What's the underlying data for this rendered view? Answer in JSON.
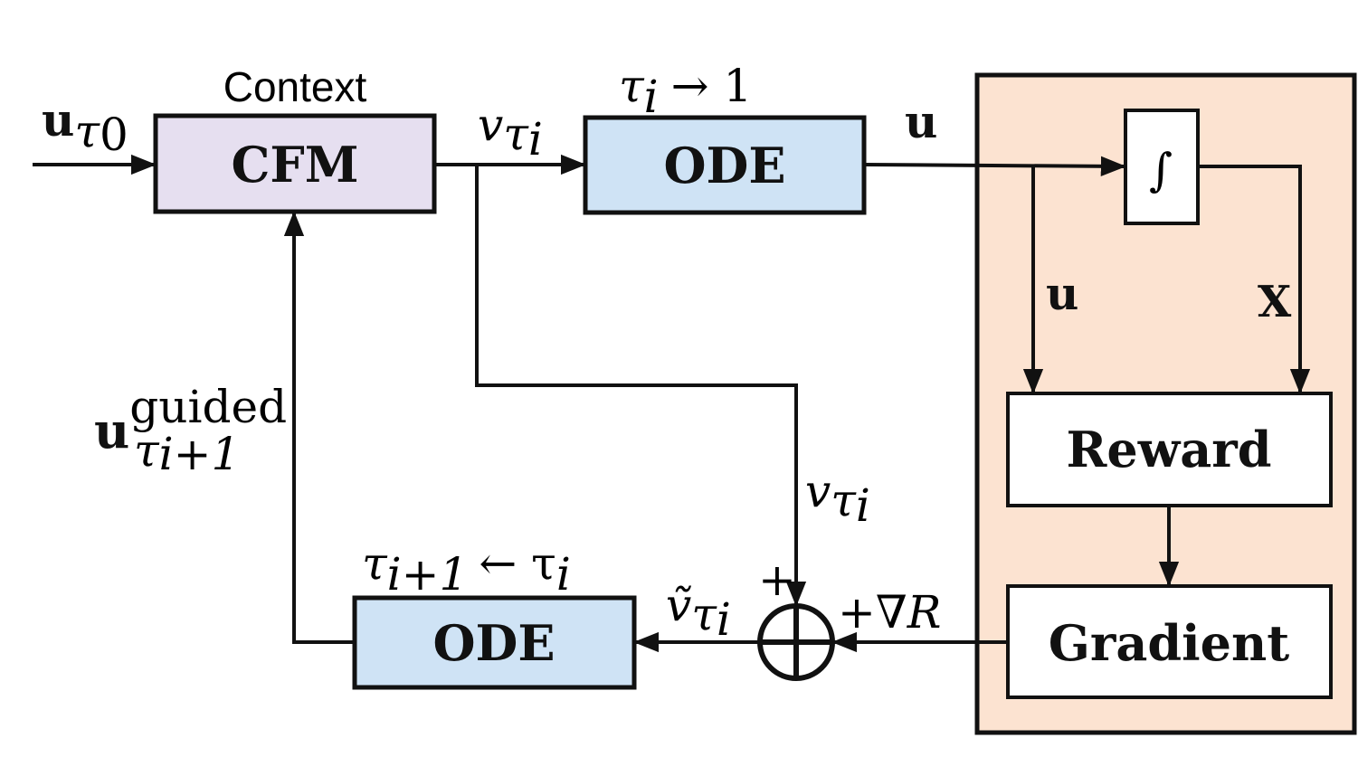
{
  "colors": {
    "cfm_fill": "#e6dff0",
    "ode_fill": "#cfe3f5",
    "panel_fill": "#fce3d1",
    "stroke": "#111111"
  },
  "input": {
    "label": "u",
    "subscript": "τ",
    "sub2": "0"
  },
  "context_label": "Context",
  "cfm": {
    "label": "CFM"
  },
  "v_top": {
    "label": "v",
    "subscript": "τ",
    "sub2": "i"
  },
  "ode_top": {
    "label": "ODE",
    "caption_main": "τ",
    "caption_sub": "i",
    "caption_rest": "→ 1"
  },
  "u_out": {
    "label": "u"
  },
  "integrator": {
    "label": "∫"
  },
  "u_branch": {
    "label": "u"
  },
  "x_branch": {
    "label": "X"
  },
  "reward": {
    "label": "Reward"
  },
  "gradient": {
    "label": "Gradient"
  },
  "grad_label": {
    "label": "+∇R"
  },
  "sum": {
    "plus_top": "+"
  },
  "v_mid": {
    "label": "v",
    "subscript": "τ",
    "sub2": "i"
  },
  "v_tilde": {
    "label": "ṽ",
    "subscript": "τ",
    "sub2": "i"
  },
  "ode_bottom": {
    "label": "ODE",
    "caption_main": "τ",
    "caption_sub": "i+1",
    "caption_rest": "← τ",
    "caption_tail": "i"
  },
  "guided": {
    "label": "u",
    "superscript": "guided",
    "subscript": "τ",
    "sub2": "i+1"
  }
}
